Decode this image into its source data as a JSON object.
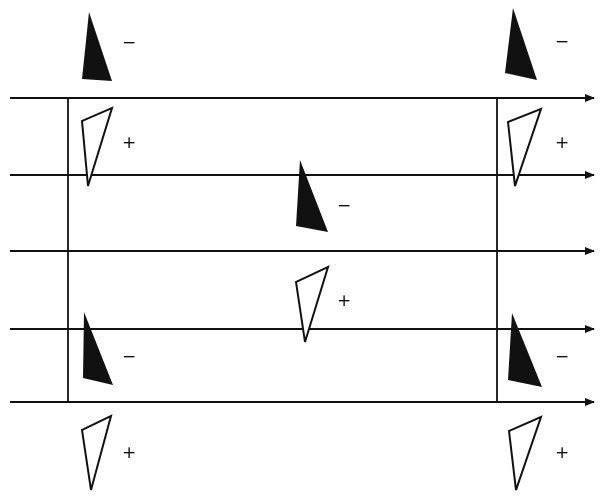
{
  "diagram": {
    "colors": {
      "ink": "#111111",
      "paper": "#ffffff"
    },
    "markers": [
      {
        "id": "m1",
        "shape": "filled-triangle",
        "sign": "−"
      },
      {
        "id": "m2",
        "shape": "filled-triangle",
        "sign": "−"
      },
      {
        "id": "m3",
        "shape": "outline-triangle",
        "sign": "+"
      },
      {
        "id": "m4",
        "shape": "outline-triangle",
        "sign": "+"
      },
      {
        "id": "m5",
        "shape": "filled-triangle",
        "sign": "−"
      },
      {
        "id": "m6",
        "shape": "outline-triangle",
        "sign": "+"
      },
      {
        "id": "m7",
        "shape": "filled-triangle",
        "sign": "−"
      },
      {
        "id": "m8",
        "shape": "filled-triangle",
        "sign": "−"
      },
      {
        "id": "m9",
        "shape": "outline-triangle",
        "sign": "+"
      },
      {
        "id": "m10",
        "shape": "outline-triangle",
        "sign": "+"
      }
    ]
  }
}
